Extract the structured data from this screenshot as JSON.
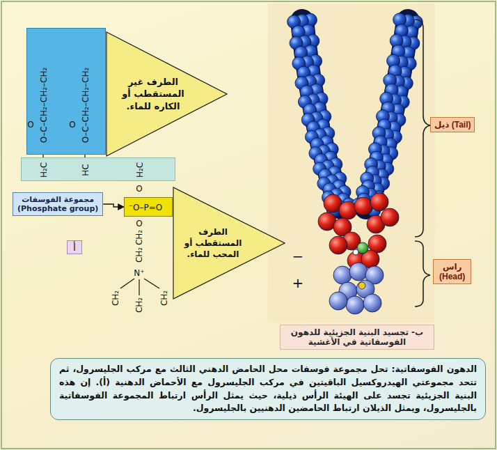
{
  "diagram": {
    "caption": "الدهون الفوسفاتية: تحل مجموعة فوسفات محل الحامض الدهني الثالث مع مركب الجليسرول، ثم تتحد مجموعتي الهيدروكسيل الباقيتين في مركب الجليسرول مع الأحماض الدهنية (أ). إن هذه البنية الجزيئية تجسد على الهيئة الرأس ذيلية، حيث يمثل الرأس ارتباط المجموعة الفوسفاتية بالجليسرول، ويمثل الذيلان ارتباط الحامضين الدهنيين بالجليسرول.",
    "nodes": [
      {
        "text": [
          "O–C–CH₂–CH₂–CH₂",
          "O–C–CH₂–CH₂–CH₂"
        ]
      },
      {
        "text": [
          "الطرف غير المستقطب أو الكاره للماء."
        ]
      },
      {
        "text": [
          "H₂C",
          "HC",
          "H₂C"
        ]
      },
      {
        "text": [
          "مجموعة الفوسفات",
          "(Phosphate group)"
        ]
      },
      {
        "text": [
          "⁻O–P=O"
        ]
      },
      {
        "text": [
          "الطرف المستقطب أو المحب للماء."
        ]
      },
      {
        "text": [
          "أ"
        ]
      },
      {
        "text": [
          "ذيل (Tail)"
        ]
      },
      {
        "text": [
          "راس",
          "(Head)"
        ]
      },
      {
        "text": [
          "ب- تجسيد البنية الجزيئية للدهون الفوسفاتية في الأغشية"
        ]
      }
    ],
    "edges": [
      {
        "from": 3,
        "to": 4,
        "arrow": "to"
      }
    ],
    "labels": [
      "O",
      "O",
      "O",
      "O",
      "CH₂",
      "CH₂",
      "N⁺",
      "CH₂",
      "CH₂",
      "CH₂",
      "−",
      "+"
    ]
  }
}
